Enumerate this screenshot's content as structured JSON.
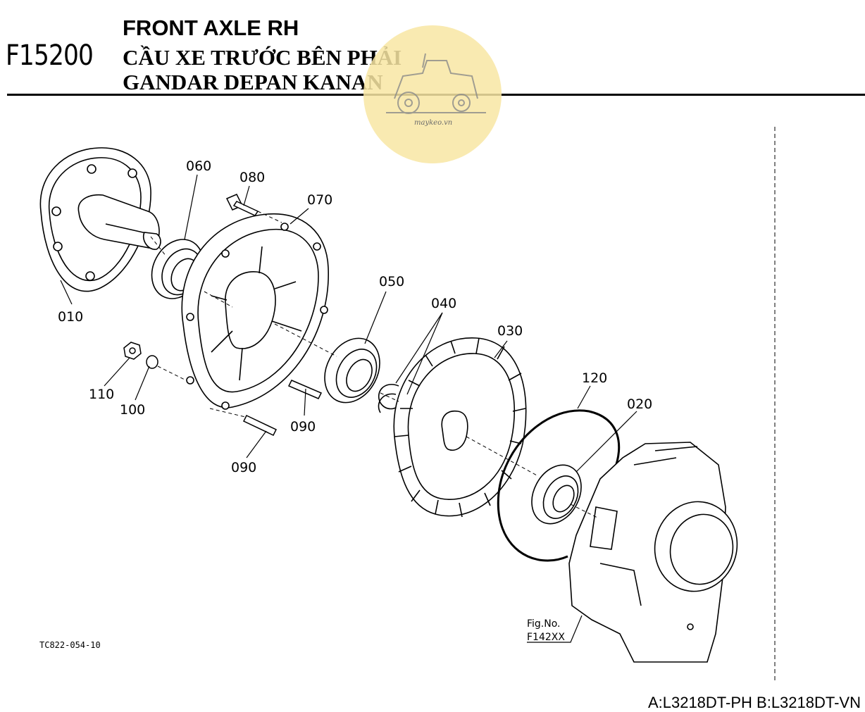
{
  "header": {
    "code": "F15200",
    "title_en": "FRONT AXLE RH",
    "title_vi": "CẦU XE TRƯỚC BÊN PHẢI",
    "title_id": "GANDAR DEPAN KANAN"
  },
  "watermark": {
    "text": "maykeo.vn",
    "color": "#f7e6a0"
  },
  "parts": {
    "p010": "010",
    "p020": "020",
    "p030": "030",
    "p040": "040",
    "p050": "050",
    "p060": "060",
    "p070": "070",
    "p080": "080",
    "p090a": "090",
    "p090b": "090",
    "p100": "100",
    "p110": "110",
    "p120": "120"
  },
  "footer": {
    "ref_code": "TC822-054-10",
    "fig_label": "Fig.No.",
    "fig_no": "F142XX",
    "models": "A:L3218DT-PH B:L3218DT-VN"
  }
}
